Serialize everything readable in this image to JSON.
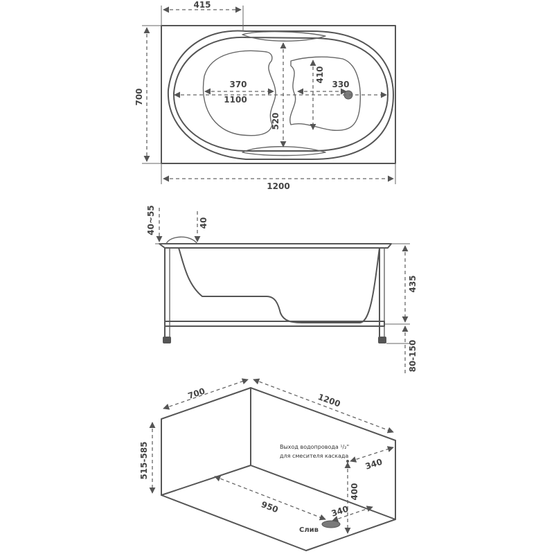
{
  "top_view": {
    "dims": {
      "offset_415": "415",
      "width_700": "700",
      "seat_370": "370",
      "inner_1100": "1100",
      "drain_330": "330",
      "depth_410": "410",
      "depth_520": "520",
      "length_1200": "1200"
    }
  },
  "side_view": {
    "dims": {
      "rim_40_55": "40~55",
      "rim_40": "40",
      "depth_435": "435",
      "legs_80_150": "80-150"
    }
  },
  "iso_view": {
    "dims": {
      "width_700": "700",
      "length_1200": "1200",
      "height_515_585": "515-585",
      "offset_950": "950",
      "tap_340": "340",
      "tap_height_400": "400",
      "drain_340": "340"
    },
    "note_line1": "Выход водопровода ¹/₂\"",
    "note_line2": "для смесителя каскада",
    "drain_label": "Слив"
  },
  "colors": {
    "line": "#555555",
    "drain": "#7a7a7a"
  }
}
